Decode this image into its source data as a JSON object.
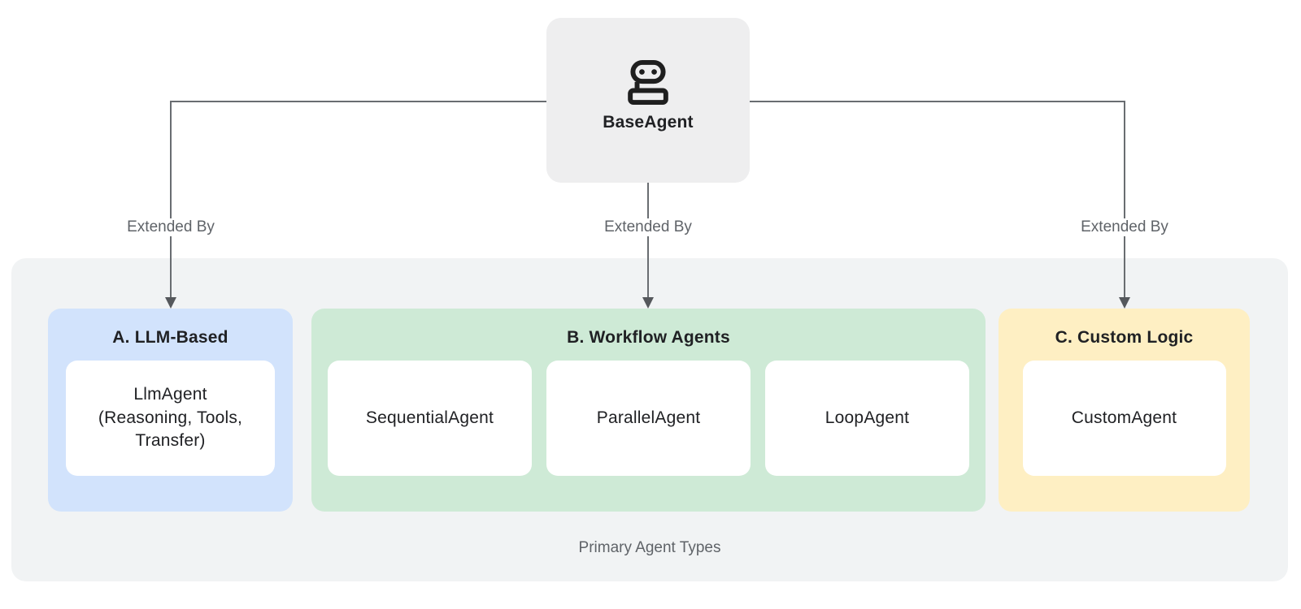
{
  "colors": {
    "page-bg": "#ffffff",
    "container-bg": "#f1f3f4",
    "root-bg": "#eeeeef",
    "card-bg": "#ffffff",
    "llm-bg": "#d2e3fc",
    "workflow-bg": "#ceead6",
    "custom-bg": "#feefc3",
    "text-dark": "#202124",
    "text-gray": "#5f6368",
    "line": "#696d71",
    "arrow": "#55585c"
  },
  "diagram": {
    "root": {
      "label": "BaseAgent",
      "icon": "robot-icon"
    },
    "edges": [
      {
        "label": "Extended By"
      },
      {
        "label": "Extended By"
      },
      {
        "label": "Extended By"
      }
    ],
    "groups": [
      {
        "title": "A. LLM-Based",
        "items": [
          {
            "label": "LlmAgent\n(Reasoning, Tools,\nTransfer)"
          }
        ]
      },
      {
        "title": "B. Workflow Agents",
        "items": [
          {
            "label": "SequentialAgent"
          },
          {
            "label": "ParallelAgent"
          },
          {
            "label": "LoopAgent"
          }
        ]
      },
      {
        "title": "C. Custom Logic",
        "items": [
          {
            "label": "CustomAgent"
          }
        ]
      }
    ],
    "caption": "Primary Agent Types"
  }
}
